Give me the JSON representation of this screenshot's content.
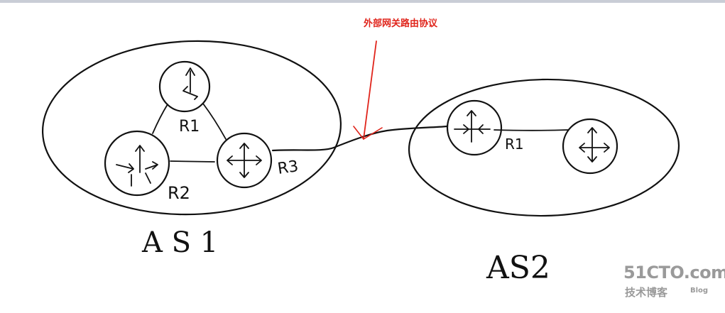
{
  "annotation": {
    "text": "外部网关路由协议",
    "color": "#e0241b"
  },
  "as1": {
    "label": "A S 1",
    "routers": [
      {
        "id": "R1",
        "label": "R1"
      },
      {
        "id": "R2",
        "label": "R2"
      },
      {
        "id": "R3",
        "label": "R3"
      }
    ]
  },
  "as2": {
    "label": "AS2",
    "routers": [
      {
        "id": "R1",
        "label": "R1"
      },
      {
        "id": "R2",
        "label": ""
      }
    ]
  },
  "watermark": {
    "site": "51CTO.com",
    "caption": "技术博客",
    "tag": "Blog",
    "color": "#9a9a9a"
  },
  "colors": {
    "ink": "#111111",
    "accent": "#e0241b",
    "top_bar": "#c9cdd6"
  }
}
